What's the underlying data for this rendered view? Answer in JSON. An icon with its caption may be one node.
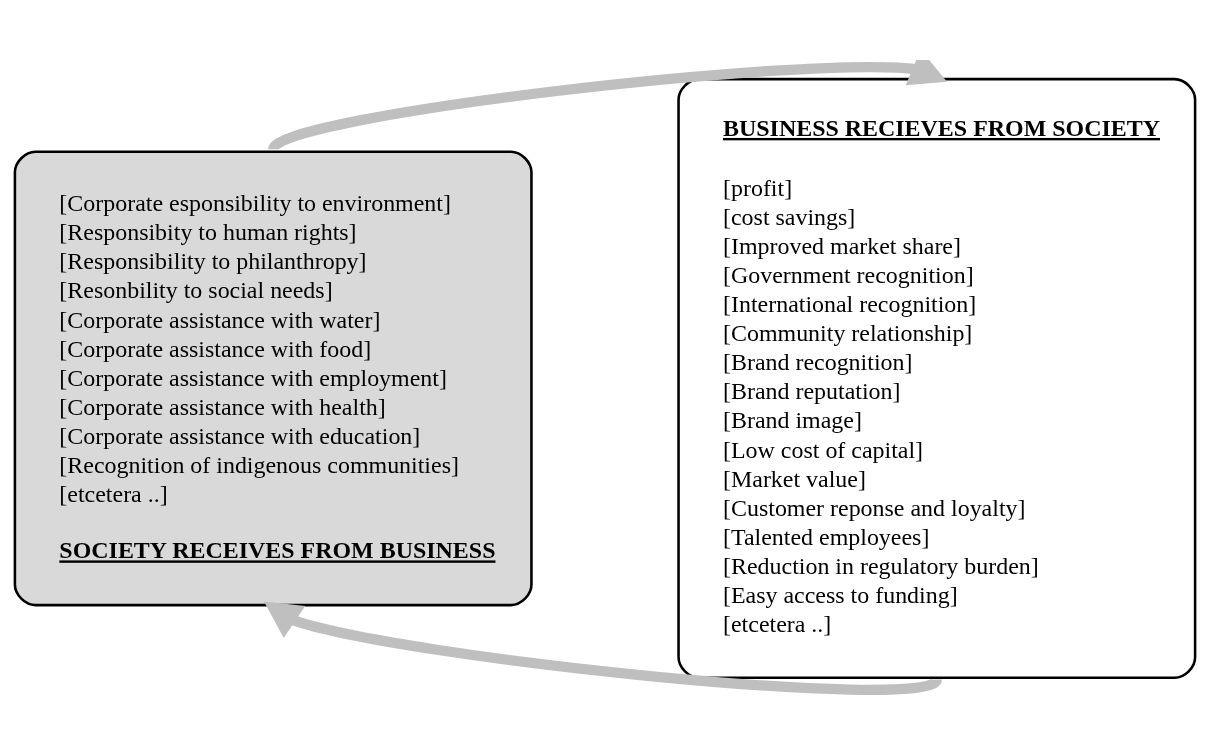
{
  "diagram": {
    "nodes": [
      {
        "text": [
          "[Corporate esponsibility to environment]",
          "[Responsibity to human rights]",
          "[Responsibility to philanthropy]",
          "[Resonbility to social needs]",
          "[Corporate assistance with water]",
          "[Corporate assistance with food]",
          "[Corporate assistance with employment]",
          "[Corporate assistance with health]",
          "[Corporate assistance with education]",
          "[Recognition of indigenous communities]",
          "[etcetera ..]",
          "SOCIETY RECEIVES FROM BUSINESS"
        ]
      },
      {
        "text": [
          "BUSINESS RECIEVES FROM SOCIETY",
          "[profit]",
          "[cost savings]",
          "[Improved market share]",
          "[Government recognition]",
          "[International recognition]",
          "[Community relationship]",
          "[Brand recognition]",
          "[Brand reputation]",
          "[Brand image]",
          "[Low cost of capital]",
          "[Market value]",
          "[Customer reponse and loyalty]",
          "[Talented employees]",
          "[Reduction in regulatory burden]",
          "[Easy access to funding]",
          "[etcetera ..]"
        ]
      }
    ],
    "edges": [
      {
        "from": 0,
        "to": 1,
        "arrow": "to"
      },
      {
        "from": 1,
        "to": 0,
        "arrow": "to"
      }
    ]
  }
}
